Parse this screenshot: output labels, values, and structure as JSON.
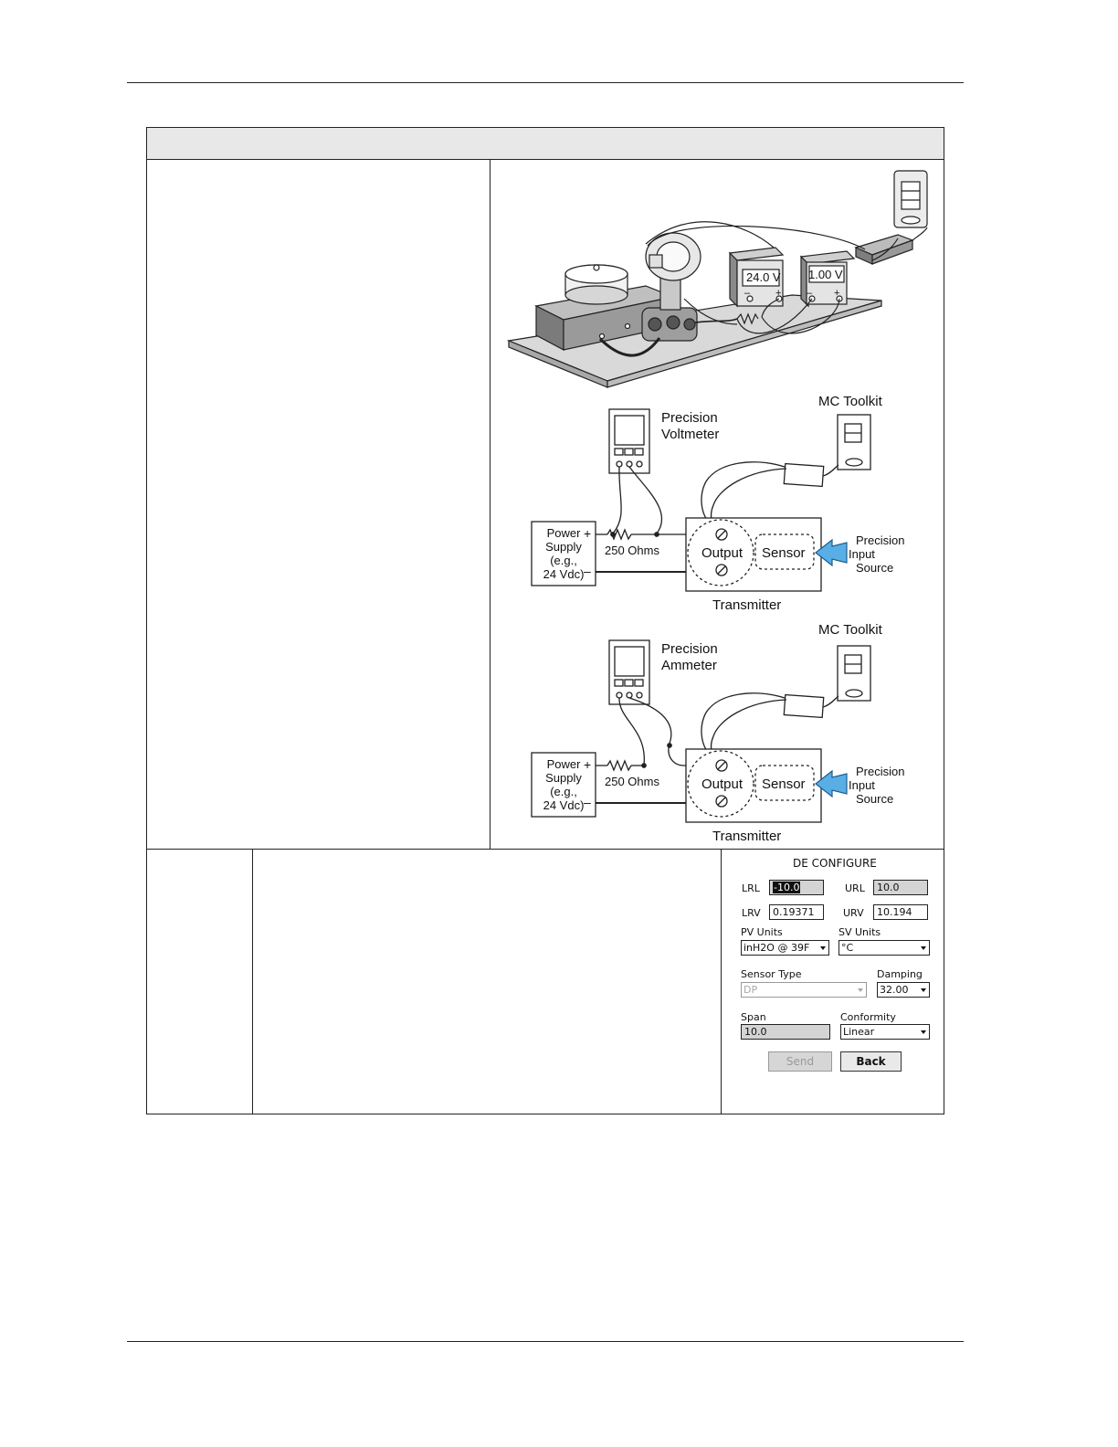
{
  "diagrams": {
    "photo": {
      "power_supply_reading": "24.0 V",
      "voltmeter_reading": "1.00 V",
      "plus": "+",
      "minus": "–"
    },
    "voltmeter_circuit": {
      "meter_title_line1": "Precision",
      "meter_title_line2": "Voltmeter",
      "toolkit_label": "MC Toolkit",
      "power_supply_lines": [
        "Power",
        "Supply",
        "(e.g.,",
        "24 Vdc)"
      ],
      "plus": "+",
      "minus": "–",
      "resistor_label": "250 Ohms",
      "output_label": "Output",
      "sensor_label": "Sensor",
      "source_lines": [
        "Precision",
        "Input",
        "Source"
      ],
      "transmitter_label": "Transmitter"
    },
    "ammeter_circuit": {
      "meter_title_line1": "Precision",
      "meter_title_line2": "Ammeter",
      "toolkit_label": "MC Toolkit",
      "power_supply_lines": [
        "Power",
        "Supply",
        "(e.g.,",
        "24 Vdc)"
      ],
      "plus": "+",
      "minus": "–",
      "resistor_label": "250 Ohms",
      "output_label": "Output",
      "sensor_label": "Sensor",
      "source_lines": [
        "Precision",
        "Input",
        "Source"
      ],
      "transmitter_label": "Transmitter"
    }
  },
  "configure": {
    "title": "DE CONFIGURE",
    "lrl_label": "LRL",
    "lrl_value": "-10.0",
    "url_label": "URL",
    "url_value": "10.0",
    "lrv_label": "LRV",
    "lrv_value": "0.19371",
    "urv_label": "URV",
    "urv_value": "10.194",
    "pv_units_label": "PV Units",
    "pv_units_value": "inH2O @ 39F",
    "sv_units_label": "SV Units",
    "sv_units_value": "°C",
    "sensor_type_label": "Sensor Type",
    "sensor_type_value": "DP",
    "damping_label": "Damping",
    "damping_value": "32.00",
    "span_label": "Span",
    "span_value": "10.0",
    "conformity_label": "Conformity",
    "conformity_value": "Linear",
    "send_label": "Send",
    "back_label": "Back"
  }
}
